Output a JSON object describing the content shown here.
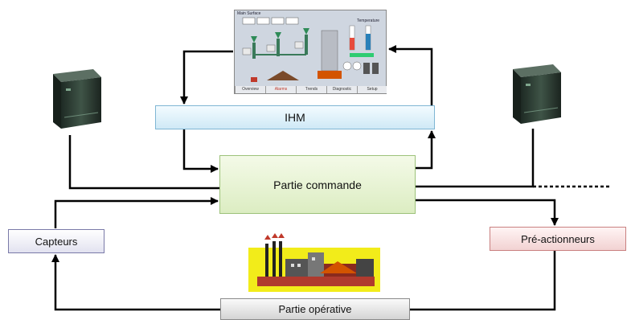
{
  "boxes": {
    "ihm": "IHM",
    "partie_commande": "Partie commande",
    "capteurs": "Capteurs",
    "pre_actionneurs": "Pré-actionneurs",
    "partie_operative": "Partie opérative"
  },
  "hmi_screen": {
    "title": "Main Surface",
    "panel_label": "Temperature",
    "tabs": [
      "Overview",
      "Alarms",
      "Trends",
      "Diagnostic",
      "Setup"
    ]
  },
  "colors": {
    "arrow": "#000000",
    "ihm_border": "#7fb6d4",
    "commande_border": "#9dc27a",
    "capteurs_border": "#7a7aa8",
    "preact_border": "#c98080",
    "operative_border": "#8a8a8a",
    "server": "#2f3f36",
    "factory_bg": "#f2ec1a"
  },
  "icons": [
    "server-left-icon",
    "server-right-icon",
    "factory-icon",
    "hmi-screenshot"
  ]
}
